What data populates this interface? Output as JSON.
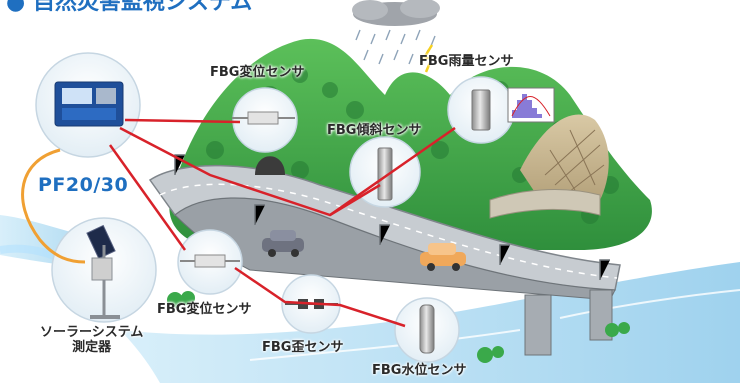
{
  "title": "● 自然災害監視システム",
  "labels": {
    "device": "PF20/30",
    "solar_line1": "ソーラーシステム",
    "solar_line2": "測定器",
    "displacement_top": "FBG変位センサ",
    "rain": "FBG雨量センサ",
    "tilt": "FBG傾斜センサ",
    "displacement_bottom": "FBG変位センサ",
    "strain": "FBG歪センサ",
    "water_level": "FBG水位センサ"
  },
  "colors": {
    "accent_blue": "#1f6fc0",
    "fiber_red": "#d8222a",
    "cable_orange": "#f0a033",
    "hill_green": "#3aa94a",
    "river_blue": "#bfe3f5",
    "road_gray": "#9aa0a6"
  }
}
